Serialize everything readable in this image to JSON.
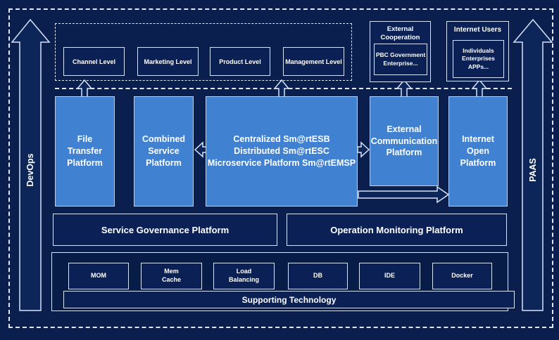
{
  "colors": {
    "background": "#102c63",
    "panel_fill": "#0b2156",
    "platform_fill": "#4181d2",
    "border_light": "#d8e4f7",
    "text": "#ffffff"
  },
  "rails": {
    "left_label": "DevOps",
    "right_label": "PAAS"
  },
  "levels": {
    "items": [
      {
        "label": "Channel Level"
      },
      {
        "label": "Marketing Level"
      },
      {
        "label": "Product Level"
      },
      {
        "label": "Management Level"
      }
    ]
  },
  "external_cooperation": {
    "title": "External\nCooperation",
    "members": "PBC Government\nEnterprise..."
  },
  "internet_users": {
    "title": "Internet Users",
    "members": "Individuals\nEnterprises\nAPPs..."
  },
  "platforms": {
    "items": [
      {
        "label": "File\nTransfer\nPlatform"
      },
      {
        "label": "Combined\nService\nPlatform"
      },
      {
        "label": "Centralized Sm@rtESB\nDistributed Sm@rtESC\nMicroservice Platform Sm@rtEMSP"
      },
      {
        "label": "External\nCommunication\nPlatform"
      },
      {
        "label": "Internet\nOpen\nPlatform"
      }
    ]
  },
  "governance": {
    "service_label": "Service Governance Platform",
    "operation_label": "Operation Monitoring Platform"
  },
  "supporting": {
    "title": "Supporting Technology",
    "items": [
      {
        "label": "MOM"
      },
      {
        "label": "Mem\nCache"
      },
      {
        "label": "Load\nBalancing"
      },
      {
        "label": "DB"
      },
      {
        "label": "IDE"
      },
      {
        "label": "Docker"
      }
    ]
  }
}
